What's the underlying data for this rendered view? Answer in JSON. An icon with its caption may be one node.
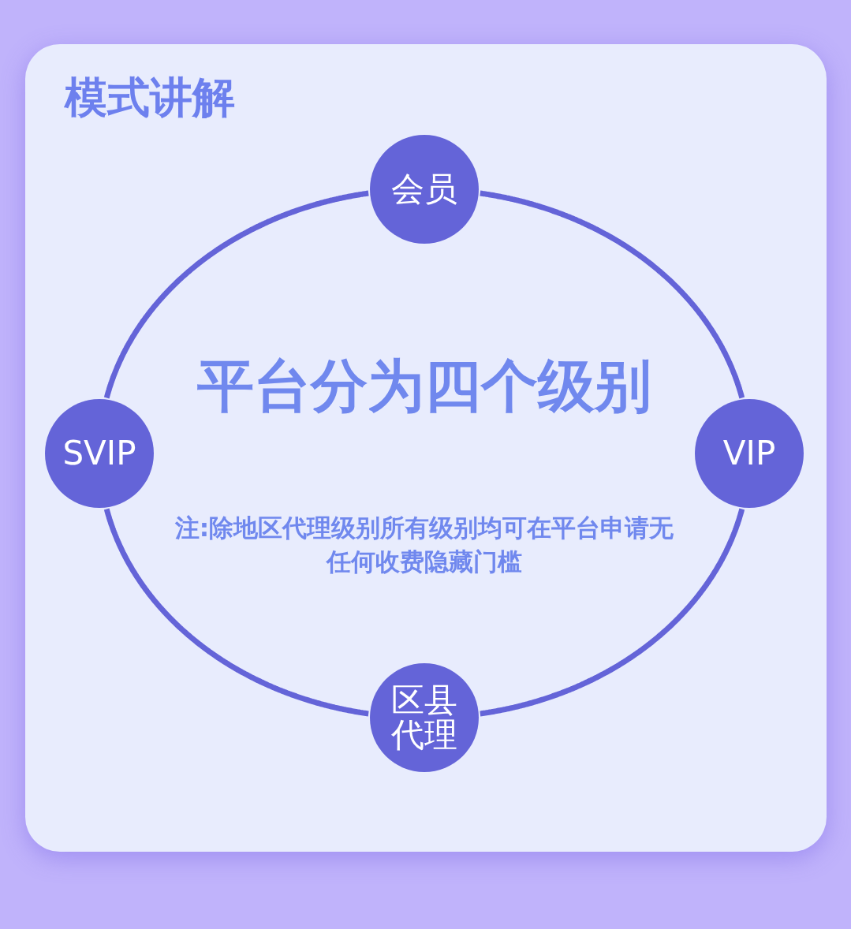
{
  "diagram": {
    "title": "模式讲解",
    "nodes": [
      {
        "text": [
          "会员"
        ]
      },
      {
        "text": [
          "VIP"
        ]
      },
      {
        "text": [
          "区县代理"
        ]
      },
      {
        "text": [
          "SVIP"
        ]
      }
    ],
    "edges": [
      {
        "from": 0,
        "to": 1,
        "arrow": "none"
      },
      {
        "from": 1,
        "to": 2,
        "arrow": "none"
      },
      {
        "from": 2,
        "to": 3,
        "arrow": "none"
      },
      {
        "from": 3,
        "to": 0,
        "arrow": "none"
      }
    ],
    "labels": [
      "平台分为四个级别",
      "注:除地区代理级别所有级别均可在平台申请无任何收费隐藏门槛"
    ]
  }
}
